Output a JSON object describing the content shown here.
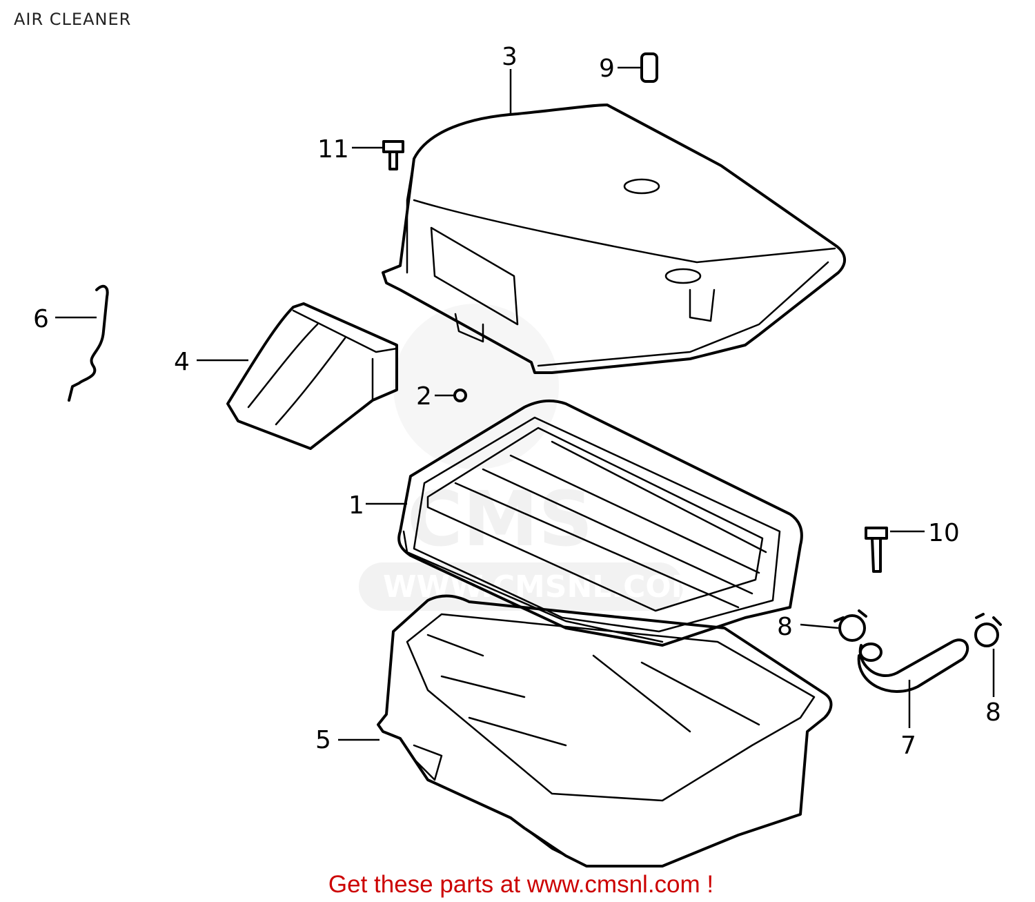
{
  "page": {
    "title": "AIR CLEANER",
    "footer_text": "Get these parts at www.cmsnl.com !"
  },
  "watermark": {
    "logo_text": "CMS",
    "url_text": "WWW.CMSNL.COM"
  },
  "callouts": [
    {
      "label": "1",
      "part": "air-cleaner-element"
    },
    {
      "label": "2",
      "part": "grommet"
    },
    {
      "label": "3",
      "part": "air-cleaner-cover"
    },
    {
      "label": "4",
      "part": "intake-duct"
    },
    {
      "label": "5",
      "part": "air-cleaner-case"
    },
    {
      "label": "6",
      "part": "wire-clip"
    },
    {
      "label": "7",
      "part": "drain-tube"
    },
    {
      "label": "8",
      "part": "hose-clamp-left"
    },
    {
      "label": "8",
      "part": "hose-clamp-right"
    },
    {
      "label": "9",
      "part": "cap"
    },
    {
      "label": "10",
      "part": "screw"
    },
    {
      "label": "11",
      "part": "bolt"
    }
  ]
}
